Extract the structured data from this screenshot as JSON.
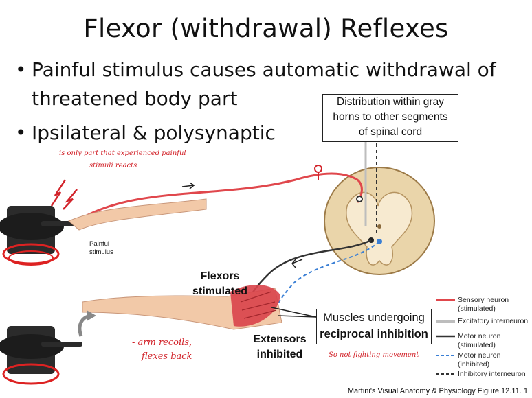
{
  "title": "Flexor (withdrawal) Reflexes",
  "bullets": [
    {
      "line1": "Painful stimulus causes automatic withdrawal of",
      "line2": "threatened body part"
    },
    {
      "line1": "Ipsilateral & polysynaptic",
      "line2": ""
    }
  ],
  "distribution_box": [
    "Distribution within gray",
    "horns to other segments",
    "of spinal cord"
  ],
  "labels": {
    "painful_stimulus": [
      "Painful",
      "stimulus"
    ],
    "flexors": [
      "Flexors",
      "stimulated"
    ],
    "extensors": [
      "Extensors",
      "inhibited"
    ],
    "reciprocal": [
      "Muscles undergoing",
      "reciprocal inhibition"
    ]
  },
  "legend": [
    {
      "label": "Sensory  neuron",
      "sub": "(stimulated)",
      "color": "#e0474c",
      "style": "solid"
    },
    {
      "label": "Excitatory interneuron",
      "sub": "",
      "color": "#bdbdbd",
      "style": "solid"
    },
    {
      "label": "Motor neuron",
      "sub": "(stimulated)",
      "color": "#333333",
      "style": "solid"
    },
    {
      "label": "Motor neuron",
      "sub": "(inhibited)",
      "color": "#3a7fd5",
      "style": "dashed"
    },
    {
      "label": "Inhibitory interneuron",
      "sub": "",
      "color": "#333333",
      "style": "dashed"
    }
  ],
  "handwritten": {
    "note1_line1": "is only part that experienced painful",
    "note1_line2": "stimuli reacts",
    "note2_line1": "- arm recoils,",
    "note2_line2": "flexes back",
    "note3": "So not fighting movement"
  },
  "credit": "Martini's Visual Anatomy & Physiology Figure 12.11. 1",
  "colors": {
    "accent_red": "#d2232a",
    "skin": "#f2c9a8",
    "muscle": "#d9434a",
    "cord": "#e8cfa4"
  }
}
